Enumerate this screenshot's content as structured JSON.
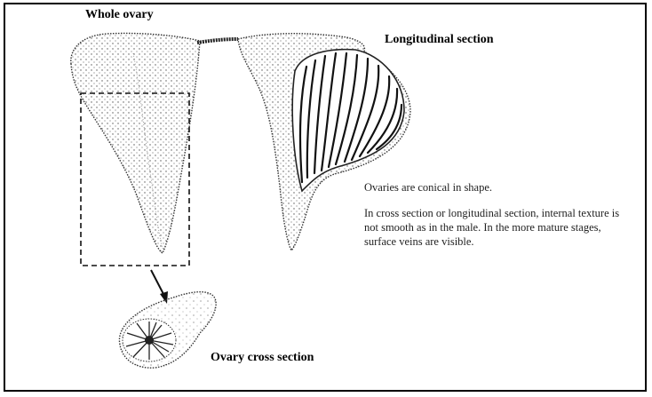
{
  "labels": {
    "whole_ovary": "Whole ovary",
    "longitudinal_section": "Longitudinal section",
    "ovary_cross_section": "Ovary cross section"
  },
  "description": {
    "shape": "Ovaries are conical in shape.",
    "texture": "In cross section or longitudinal section, internal texture is not smooth as in the male. In the more mature stages, surface veins are visible."
  }
}
